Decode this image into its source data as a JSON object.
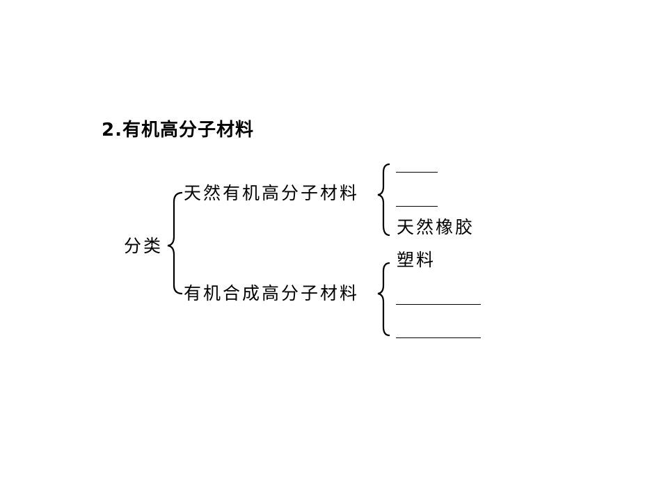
{
  "heading": "2.有机高分子材料",
  "root": {
    "label": "分类",
    "natural": {
      "label": "天然有机高分子材料",
      "items": [
        "",
        "",
        "天然橡胶"
      ]
    },
    "synthetic": {
      "label": "有机合成高分子材料",
      "items": [
        "塑料",
        "",
        ""
      ]
    }
  }
}
